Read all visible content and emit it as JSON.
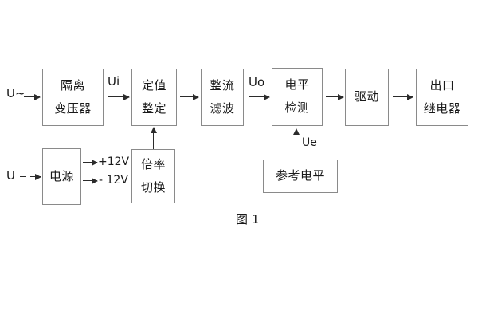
{
  "figure": {
    "caption": "图 1",
    "blocks": {
      "isolation_transformer": {
        "line1": "隔离",
        "line2": "变压器"
      },
      "setpoint_setting": {
        "line1": "定值",
        "line2": "整定"
      },
      "rectify_filter": {
        "line1": "整流",
        "line2": "滤波"
      },
      "level_detection": {
        "line1": "电平",
        "line2": "检测"
      },
      "drive": {
        "line1": "驱动"
      },
      "output_relay": {
        "line1": "出口",
        "line2": "继电器"
      },
      "power_supply": {
        "line1": "电源"
      },
      "multiplier_switch": {
        "line1": "倍率",
        "line2": "切换"
      },
      "reference_level": {
        "line1": "参考电平"
      }
    },
    "signals": {
      "input_ac": "U~",
      "input_supply": "U",
      "ui": "Ui",
      "uo": "Uo",
      "ue": "Ue",
      "rail_positive": "+12V",
      "rail_negative": "- 12V"
    }
  }
}
